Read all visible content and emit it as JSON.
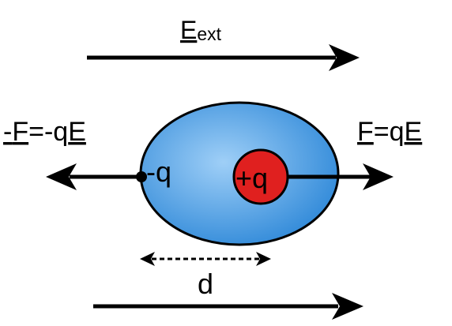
{
  "labels": {
    "field_symbol": "E",
    "field_subscript": "ext",
    "left_force_neg": "-",
    "left_force_symbol": "F",
    "left_force_mid": "=-q",
    "left_force_field": "E",
    "right_force_symbol": "F",
    "right_force_mid": "=q",
    "right_force_field": "E",
    "negative_charge": "-q",
    "positive_charge": "+q",
    "separation": "d"
  },
  "colors": {
    "ellipse_fill_center": "#9fcff7",
    "ellipse_fill_edge": "#2e88d8",
    "positive_charge_fill": "#e0201f",
    "stroke": "#000000"
  }
}
